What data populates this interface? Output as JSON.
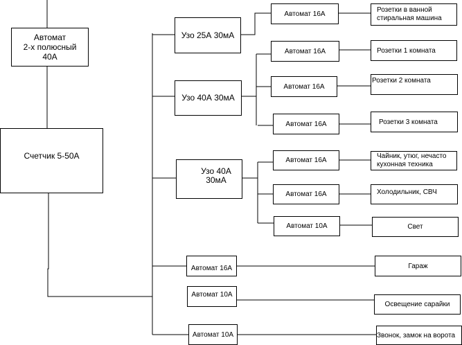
{
  "diagram": {
    "title_supply": "",
    "main_breaker": "Автомат\n2-х полюсный\n40А",
    "meter": "Счетчик 5-50А",
    "rcds": [
      "Узо 25А  30мА",
      "Узо 40А  30мА",
      "Узо 40А  30мА"
    ],
    "breakers": [
      "Автомат 16А",
      "Автомат 16А",
      "Автомат 16А",
      "Автомат 16А",
      "Автомат 16А",
      "Автомат 16А",
      "Автомат 10А",
      "Автомат 16А",
      "Автомат 10А",
      "Автомат 10А"
    ],
    "loads": [
      "Розетки в ванной\nстиральная машина",
      "Розетки 1 комната",
      "Розетки 2 комната",
      "Розетки 3 комната",
      "Чайник, утюг, нечасто\nкухонная техника",
      "Холодильник, СВЧ",
      "Свет",
      "Гараж",
      "Освещение сарайки",
      "Звонок, замок на ворота"
    ]
  }
}
